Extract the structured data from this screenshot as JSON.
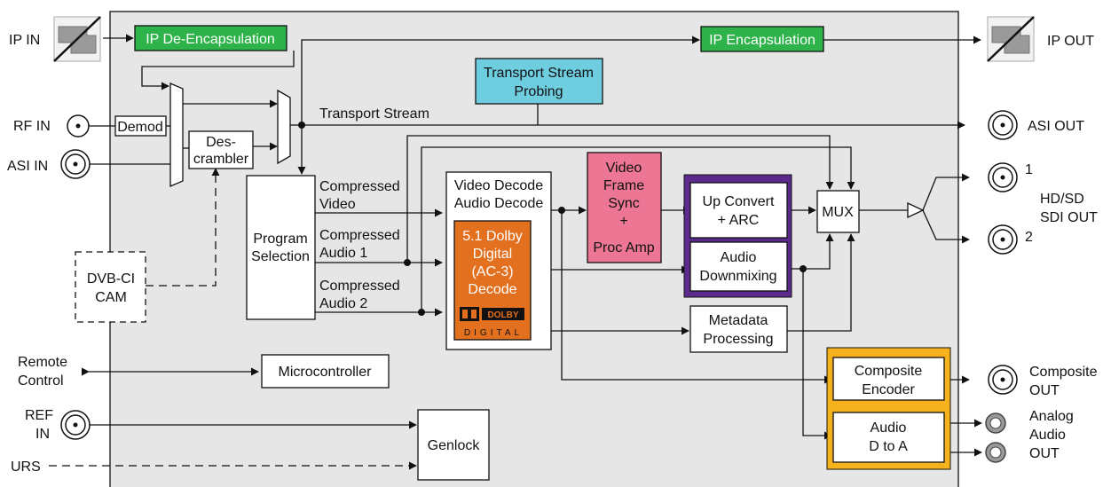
{
  "io": {
    "ip_in": "IP IN",
    "ip_out": "IP OUT",
    "rf_in": "RF IN",
    "asi_in": "ASI IN",
    "asi_out": "ASI OUT",
    "sdi_1": "1",
    "sdi_2": "2",
    "sdi_out_l1": "HD/SD",
    "sdi_out_l2": "SDI OUT",
    "remote_l1": "Remote",
    "remote_l2": "Control",
    "ref_l1": "REF",
    "ref_l2": "IN",
    "urs": "URS",
    "composite_out_l1": "Composite",
    "composite_out_l2": "OUT",
    "analog_audio_l1": "Analog",
    "analog_audio_l2": "Audio",
    "analog_audio_l3": "OUT"
  },
  "blocks": {
    "ip_decap": "IP De-Encapsulation",
    "ip_encap": "IP Encapsulation",
    "ts_probe_l1": "Transport Stream",
    "ts_probe_l2": "Probing",
    "demod": "Demod",
    "descrambler_l1": "Des-",
    "descrambler_l2": "crambler",
    "program_sel_l1": "Program",
    "program_sel_l2": "Selection",
    "dvbci_l1": "DVB-CI",
    "dvbci_l2": "CAM",
    "decode_l1": "Video Decode",
    "decode_l2": "Audio Decode",
    "dolby_l1": "5.1 Dolby",
    "dolby_l2": "Digital",
    "dolby_l3": "(AC-3)",
    "dolby_l4": "Decode",
    "frame_sync_l1": "Video",
    "frame_sync_l2": "Frame",
    "frame_sync_l3": "Sync",
    "frame_sync_l4": "+",
    "frame_sync_l5": "Proc Amp",
    "upconvert_l1": "Up Convert",
    "upconvert_l2": "+ ARC",
    "downmix_l1": "Audio",
    "downmix_l2": "Downmixing",
    "metadata_l1": "Metadata",
    "metadata_l2": "Processing",
    "mux": "MUX",
    "micro": "Microcontroller",
    "genlock": "Genlock",
    "comp_enc_l1": "Composite",
    "comp_enc_l2": "Encoder",
    "audio_da_l1": "Audio",
    "audio_da_l2": "D to A"
  },
  "signals": {
    "transport_stream": "Transport Stream",
    "comp_video_l1": "Compressed",
    "comp_video_l2": "Video",
    "comp_audio1_l1": "Compressed",
    "comp_audio1_l2": "Audio 1",
    "comp_audio2_l1": "Compressed",
    "comp_audio2_l2": "Audio 2"
  },
  "logo": {
    "dolby_badge": "DOLBY",
    "digital_word": "DIGITAL"
  },
  "colors": {
    "panel_fill": "#e6e6e6",
    "ip_green": "#2eb34a",
    "probe_cyan": "#6fcde0",
    "frame_sync_pink": "#ec7694",
    "purple_border": "#5b2a8c",
    "dolby_orange": "#e2701f",
    "analog_gold": "#f5b21c"
  }
}
